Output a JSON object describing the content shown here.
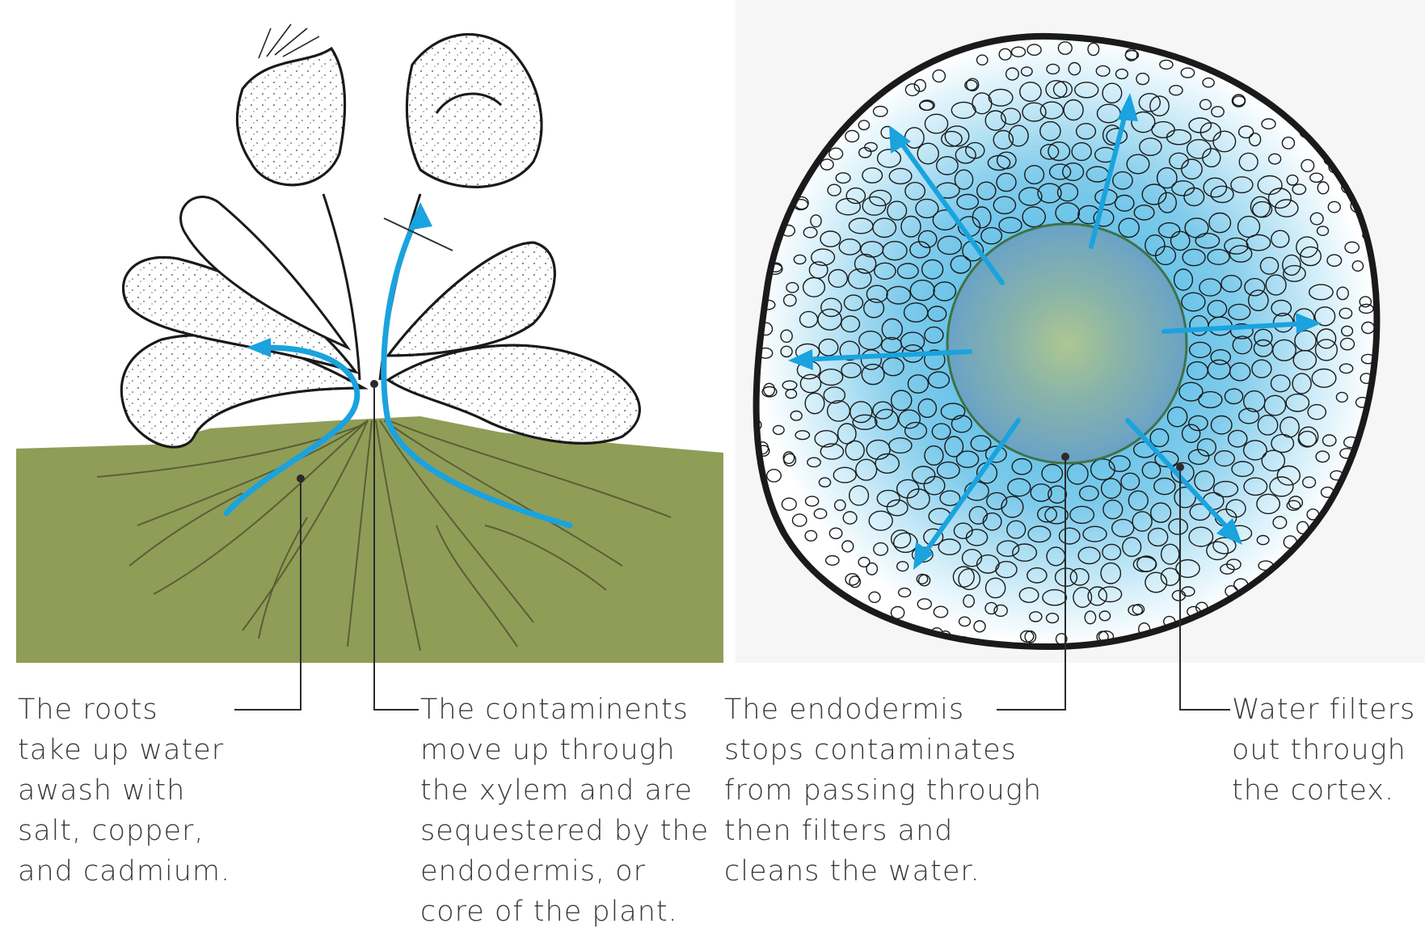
{
  "colors": {
    "soil": "#8f9d57",
    "flow_arrow": "#1aa3de",
    "cortex_blue": "#8fd3ef",
    "endodermis": "#6f9aa8",
    "outline": "#1a1a1a"
  },
  "captions": {
    "roots": [
      "The roots",
      "take up water",
      "awash with",
      "salt, copper,",
      "and cadmium."
    ],
    "contaminents": [
      "The contaminents",
      "move up through",
      "the xylem and are",
      "sequestered by the",
      "endodermis, or",
      "core of the plant."
    ],
    "endodermis": [
      "The endodermis",
      "stops contaminates",
      "from passing through",
      "then filters and",
      "cleans the water."
    ],
    "water": [
      "Water filters",
      "out through",
      "the cortex."
    ]
  },
  "icons": {
    "plant": "plant-illustration",
    "root_cross_section": "root-cross-section"
  }
}
